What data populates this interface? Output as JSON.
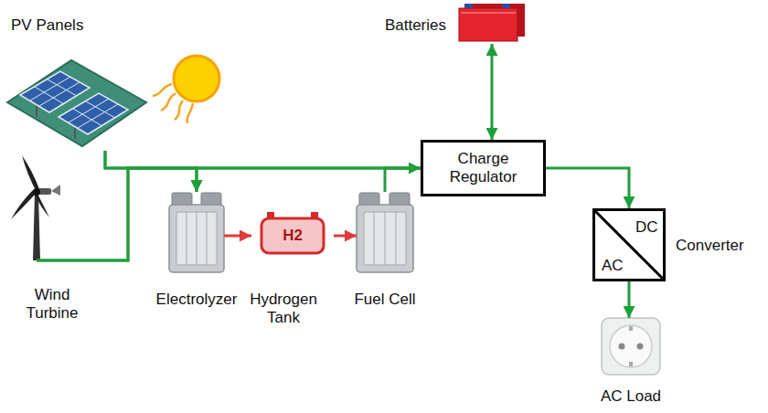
{
  "diagram": {
    "nodes": [
      {
        "text": [
          "PV Panels"
        ]
      },
      {
        "text": [
          "Batteries"
        ]
      },
      {
        "text": [
          "Charge Regulator"
        ]
      },
      {
        "text": [
          "Wind Turbine"
        ]
      },
      {
        "text": [
          "Electrolyzer"
        ]
      },
      {
        "text": [
          "H2",
          "Hydrogen Tank"
        ]
      },
      {
        "text": [
          "Fuel Cell"
        ]
      },
      {
        "text": [
          "DC",
          "AC",
          "Converter"
        ]
      },
      {
        "text": [
          "AC Load"
        ]
      }
    ],
    "edges": [
      {
        "from": 0,
        "to": 2,
        "arrow": "none"
      },
      {
        "from": 0,
        "to": 4,
        "arrow": "to"
      },
      {
        "from": 3,
        "to": 2,
        "arrow": "none"
      },
      {
        "from": 3,
        "to": 4,
        "arrow": "to"
      },
      {
        "from": 6,
        "to": 2,
        "arrow": "to"
      },
      {
        "from": 1,
        "to": 2,
        "arrow": "both"
      },
      {
        "from": 2,
        "to": 7,
        "arrow": "to"
      },
      {
        "from": 7,
        "to": 8,
        "arrow": "to"
      },
      {
        "from": 4,
        "to": 5,
        "arrow": "to"
      },
      {
        "from": 5,
        "to": 6,
        "arrow": "to"
      }
    ]
  }
}
